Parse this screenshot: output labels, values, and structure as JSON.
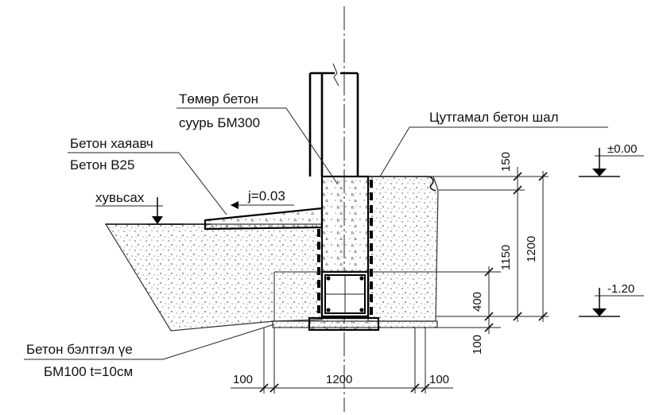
{
  "labels": {
    "rc_foundation_line1": "Төмөр бетон",
    "rc_foundation_line2": "суурь БМ300",
    "monolithic_floor": "Цутгамал бетон шал",
    "concrete_sidewalk_line1": "Бетон хаяавч",
    "concrete_sidewalk_line2": "Бетон В25",
    "ground_level": "хувьсах",
    "slope": "j=0.03",
    "concrete_prep_line1": "Бетон бэлтгэл үе",
    "concrete_prep_line2": "БМ100 t=10см"
  },
  "levels": {
    "top": "±0.00",
    "bottom": "-1.20"
  },
  "dimensions": {
    "right_outer": "1200",
    "right_150": "150",
    "right_1150": "1150",
    "right_400": "400",
    "right_100": "100",
    "bottom_left": "100",
    "bottom_mid": "1200",
    "bottom_right": "100"
  }
}
